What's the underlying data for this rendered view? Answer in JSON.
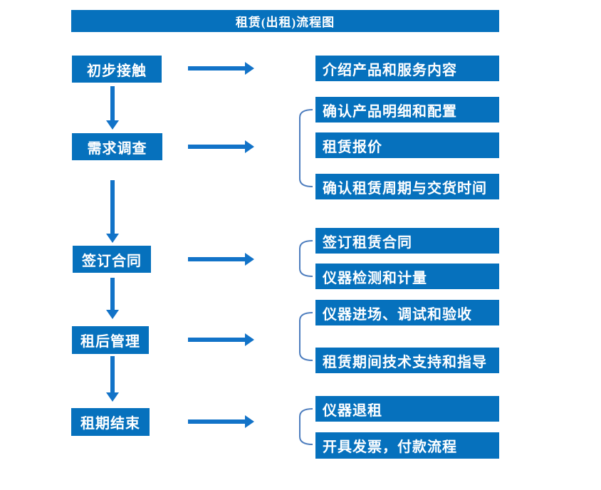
{
  "title": "租赁(出租)流程图",
  "colors": {
    "box_blue": "#0671bd",
    "arrow_blue": "#1273c8",
    "bracket_blue": "#4d7dbe",
    "text_white": "#ffffff",
    "background": "#ffffff"
  },
  "steps": [
    {
      "label": "初步接触",
      "details": [
        "介绍产品和服务内容"
      ]
    },
    {
      "label": "需求调查",
      "details": [
        "确认产品明细和配置",
        "租赁报价",
        "确认租赁周期与交货时间"
      ]
    },
    {
      "label": "签订合同",
      "details": [
        "签订租赁合同",
        "仪器检测和计量"
      ]
    },
    {
      "label": "租后管理",
      "details": [
        "仪器进场、调试和验收",
        "租赁期间技术支持和指导"
      ]
    },
    {
      "label": "租期结束",
      "details": [
        "仪器退租",
        "开具发票，付款流程"
      ]
    }
  ]
}
